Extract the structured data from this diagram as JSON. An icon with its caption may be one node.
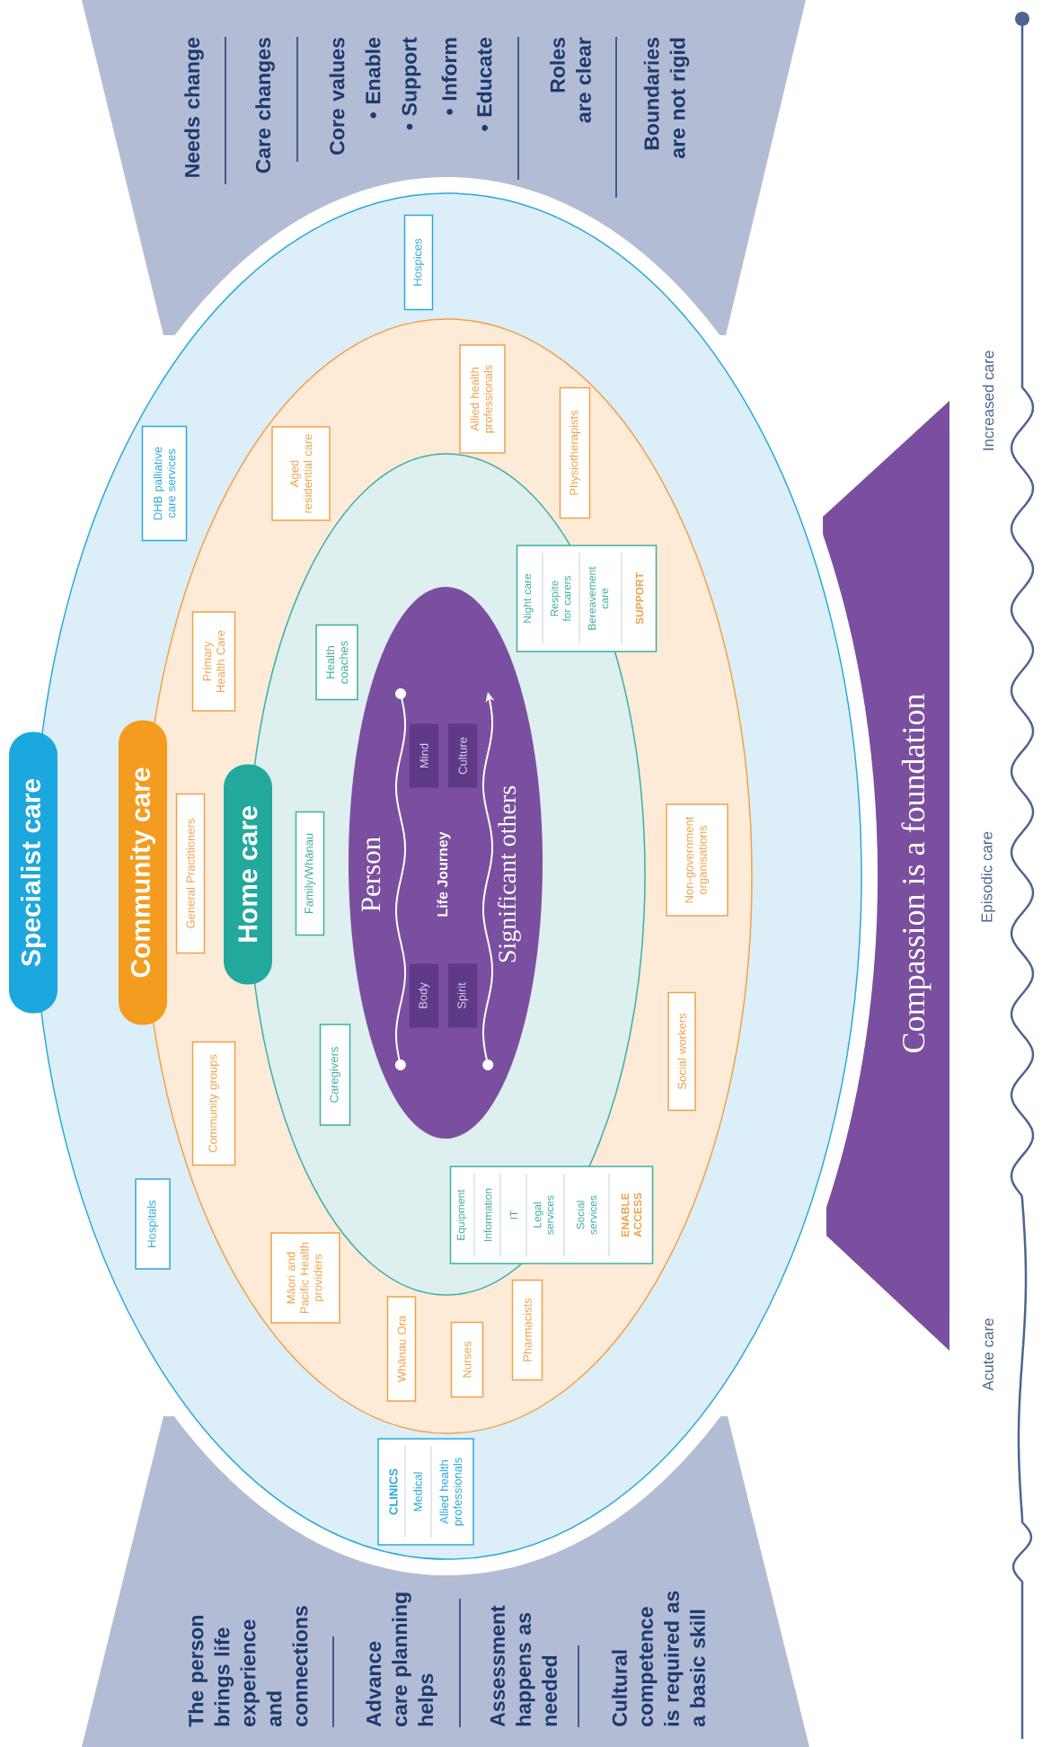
{
  "diagram": {
    "nodes": [
      {
        "text": [
          "Needs change",
          "Care changes",
          "Core values",
          "• Enable",
          "• Support",
          "• Inform",
          "• Educate",
          "Roles are clear",
          "Boundaries are not rigid"
        ]
      },
      {
        "text": [
          "The person brings life experience and connections",
          "Advance care planning helps",
          "Assessment happens as needed",
          "Cultural competence is required as a basic skill"
        ]
      },
      {
        "text": [
          "Specialist care"
        ]
      },
      {
        "text": [
          "Community care"
        ],
        "in": 2
      },
      {
        "text": [
          "Home care"
        ],
        "in": 3
      },
      {
        "text": [
          "Person",
          "Life Journey",
          "Significant others"
        ],
        "in": 4
      },
      {
        "text": [
          "Body"
        ],
        "in": 5
      },
      {
        "text": [
          "Mind"
        ],
        "in": 5
      },
      {
        "text": [
          "Spirit"
        ],
        "in": 5
      },
      {
        "text": [
          "Culture"
        ],
        "in": 5
      },
      {
        "text": [
          "Hospitals"
        ],
        "in": 2
      },
      {
        "text": [
          "DHB palliative care services"
        ],
        "in": 2
      },
      {
        "text": [
          "Hospices"
        ]
      },
      {
        "text": [
          "CLINICS",
          "Medical",
          "Allied health professionals"
        ]
      },
      {
        "text": [
          "Community groups"
        ],
        "in": 3
      },
      {
        "text": [
          "General Practitioners"
        ],
        "in": 3
      },
      {
        "text": [
          "Primary Health Care"
        ],
        "in": 3
      },
      {
        "text": [
          "Aged residential care"
        ],
        "in": 3
      },
      {
        "text": [
          "Allied health professionals"
        ],
        "in": 3
      },
      {
        "text": [
          "Physiotherapists"
        ],
        "in": 3
      },
      {
        "text": [
          "Non-government organisations"
        ],
        "in": 3
      },
      {
        "text": [
          "Social workers"
        ],
        "in": 3
      },
      {
        "text": [
          "Pharmacists"
        ],
        "in": 3
      },
      {
        "text": [
          "Nurses"
        ],
        "in": 3
      },
      {
        "text": [
          "Whānau Ora"
        ],
        "in": 3
      },
      {
        "text": [
          "Māori and Pacific Health providers"
        ],
        "in": 3
      },
      {
        "text": [
          "Caregivers"
        ],
        "in": 4
      },
      {
        "text": [
          "Family/Whānau"
        ],
        "in": 4
      },
      {
        "text": [
          "Health coaches"
        ],
        "in": 4
      },
      {
        "text": [
          "Night care",
          "Respite for carers",
          "Bereavement care",
          "SUPPORT"
        ],
        "in": 3
      },
      {
        "text": [
          "Equipment",
          "Information",
          "IT",
          "Legal services",
          "Social services",
          "ENABLE ACCESS"
        ],
        "in": 4
      },
      {
        "text": [
          "Compassion is a foundation"
        ]
      }
    ],
    "labels": [
      "Increased care",
      "Episodic care",
      "Acute care"
    ]
  }
}
